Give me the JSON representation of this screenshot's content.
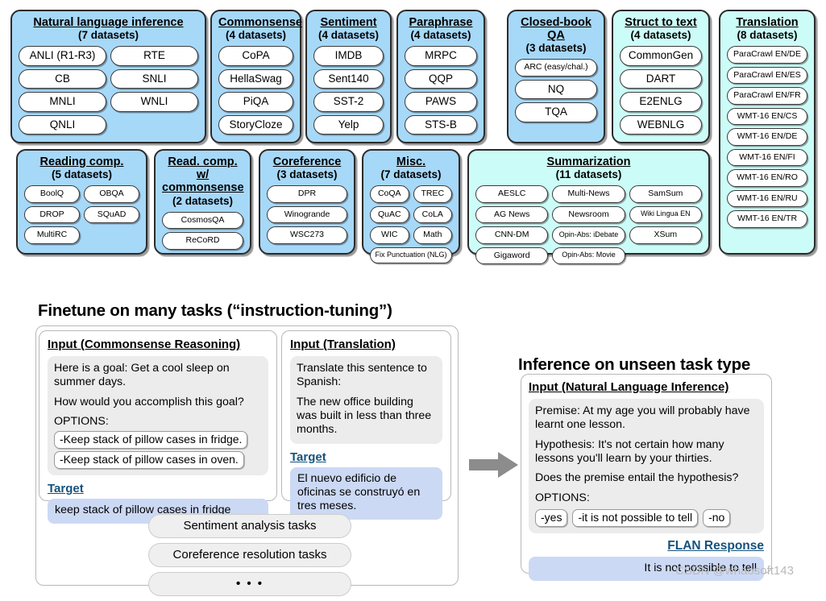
{
  "clusters": [
    {
      "title": "Natural language inference",
      "subtitle": "(7 datasets)",
      "theme": "blue",
      "datasets": [
        "ANLI (R1-R3)",
        "RTE",
        "CB",
        "SNLI",
        "MNLI",
        "WNLI",
        "QNLI"
      ]
    },
    {
      "title": "Commonsense",
      "subtitle": "(4 datasets)",
      "theme": "blue",
      "datasets": [
        "CoPA",
        "HellaSwag",
        "PiQA",
        "StoryCloze"
      ]
    },
    {
      "title": "Sentiment",
      "subtitle": "(4 datasets)",
      "theme": "blue",
      "datasets": [
        "IMDB",
        "Sent140",
        "SST-2",
        "Yelp"
      ]
    },
    {
      "title": "Paraphrase",
      "subtitle": "(4 datasets)",
      "theme": "blue",
      "datasets": [
        "MRPC",
        "QQP",
        "PAWS",
        "STS-B"
      ]
    },
    {
      "title": "Closed-book QA",
      "subtitle": "(3 datasets)",
      "theme": "blue",
      "datasets": [
        "ARC (easy/chal.)",
        "NQ",
        "TQA"
      ]
    },
    {
      "title": "Struct to text",
      "subtitle": "(4 datasets)",
      "theme": "teal",
      "datasets": [
        "CommonGen",
        "DART",
        "E2ENLG",
        "WEBNLG"
      ]
    },
    {
      "title": "Translation",
      "subtitle": "(8 datasets)",
      "theme": "teal",
      "datasets": [
        "ParaCrawl EN/DE",
        "ParaCrawl EN/ES",
        "ParaCrawl EN/FR",
        "WMT-16 EN/CS",
        "WMT-16 EN/DE",
        "WMT-16 EN/FI",
        "WMT-16 EN/RO",
        "WMT-16 EN/RU",
        "WMT-16 EN/TR"
      ]
    },
    {
      "title": "Reading comp.",
      "subtitle": "(5 datasets)",
      "theme": "blue",
      "datasets": [
        "BoolQ",
        "OBQA",
        "DROP",
        "SQuAD",
        "MultiRC"
      ]
    },
    {
      "title": "Read. comp. w/\ncommonsense",
      "subtitle": "(2 datasets)",
      "theme": "blue",
      "datasets": [
        "CosmosQA",
        "ReCoRD"
      ]
    },
    {
      "title": "Coreference",
      "subtitle": "(3 datasets)",
      "theme": "blue",
      "datasets": [
        "DPR",
        "Winogrande",
        "WSC273"
      ]
    },
    {
      "title": "Misc.",
      "subtitle": "(7 datasets)",
      "theme": "blue",
      "datasets": [
        "CoQA",
        "TREC",
        "QuAC",
        "CoLA",
        "WIC",
        "Math",
        "Fix Punctuation (NLG)"
      ]
    },
    {
      "title": "Summarization",
      "subtitle": "(11 datasets)",
      "theme": "teal",
      "datasets": [
        "AESLC",
        "Multi-News",
        "SamSum",
        "AG News",
        "Newsroom",
        "Wiki Lingua EN",
        "CNN-DM",
        "Opin-Abs: iDebate",
        "XSum",
        "Gigaword",
        "Opin-Abs: Movie"
      ]
    }
  ],
  "finetune": {
    "heading": "Finetune on many tasks (“instruction-tuning”)",
    "commonsense": {
      "title": "Input (Commonsense Reasoning)",
      "lines": [
        "Here is a goal: Get a cool sleep on summer days.",
        "How would you accomplish this goal?",
        "OPTIONS:"
      ],
      "options": [
        "-Keep stack of pillow cases in fridge.",
        "-Keep stack of pillow cases in oven."
      ],
      "target_label": "Target",
      "target_text": "keep stack of pillow cases in fridge"
    },
    "translation": {
      "title": "Input (Translation)",
      "lines": [
        "Translate this sentence to Spanish:",
        "The new office building was built in less than three months."
      ],
      "target_label": "Target",
      "target_text": "El nuevo edificio de oficinas se construyó en tres meses."
    },
    "more_tasks": [
      "Sentiment analysis tasks",
      "Coreference resolution tasks",
      "• • •"
    ]
  },
  "inference": {
    "heading": "Inference on unseen task type",
    "title": "Input (Natural Language Inference)",
    "lines": [
      "Premise: At my age you will probably have learnt one lesson.",
      "Hypothesis: It's not certain how many lessons you'll learn by your thirties.",
      "Does the premise entail the hypothesis?",
      "OPTIONS:"
    ],
    "options": [
      "-yes",
      "-it is not possible to tell",
      "-no"
    ],
    "response_label": "FLAN Response",
    "response_text": "It is not possible to tell"
  },
  "watermark": "CSDN @whaosoft143",
  "colors": {
    "blue": "#a6d8f8",
    "teal": "#ccfcf7",
    "target": "#ccd9f5",
    "gray": "#ececec",
    "link": "#14527d",
    "arrow": "#8c8c8c"
  }
}
